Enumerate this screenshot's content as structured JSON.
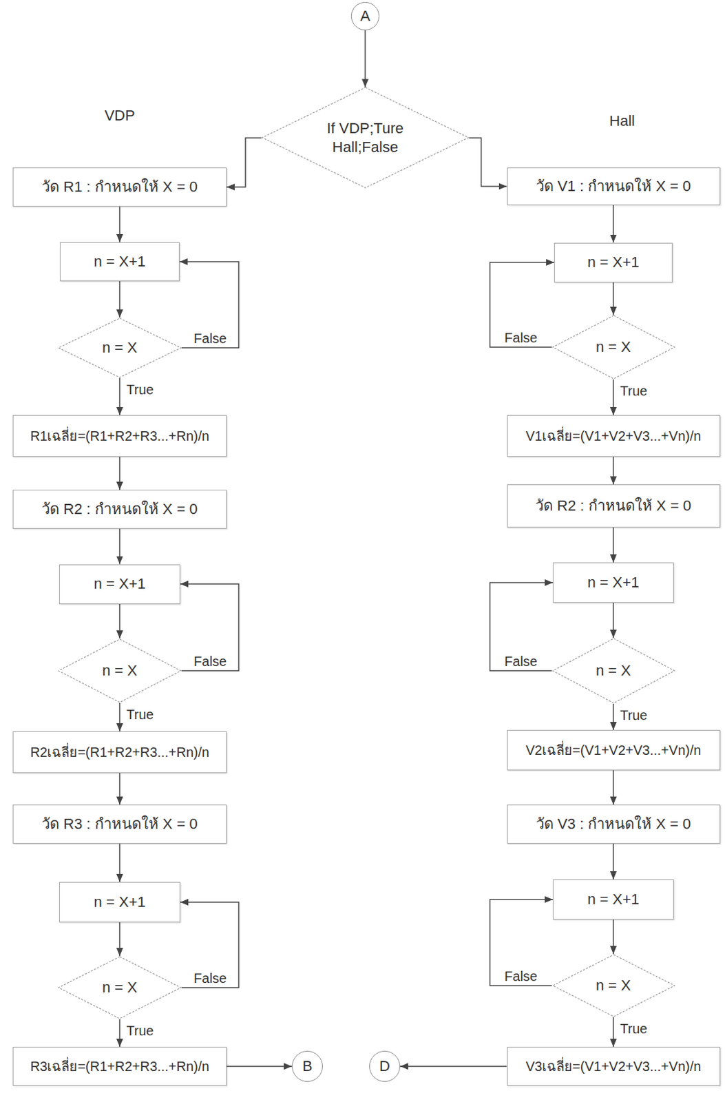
{
  "diagram": {
    "nodes": [
      {
        "text": [
          "A"
        ]
      },
      {
        "text": [
          "If VDP;Ture Hall;False"
        ]
      },
      {
        "text": [
          "วัด R1 : กำหนดให้ X = 0"
        ]
      },
      {
        "text": [
          "n = X+1"
        ]
      },
      {
        "text": [
          "n = X"
        ]
      },
      {
        "text": [
          "R1เฉลี่ย=(R1+R2+R3...+Rn)/n"
        ]
      },
      {
        "text": [
          "วัด R2 : กำหนดให้ X = 0"
        ]
      },
      {
        "text": [
          "n = X+1"
        ]
      },
      {
        "text": [
          "n = X"
        ]
      },
      {
        "text": [
          "R2เฉลี่ย=(R1+R2+R3...+Rn)/n"
        ]
      },
      {
        "text": [
          "วัด R3 : กำหนดให้ X = 0"
        ]
      },
      {
        "text": [
          "n = X+1"
        ]
      },
      {
        "text": [
          "n = X"
        ]
      },
      {
        "text": [
          "R3เฉลี่ย=(R1+R2+R3...+Rn)/n"
        ]
      },
      {
        "text": [
          "B"
        ]
      },
      {
        "text": [
          "วัด V1 : กำหนดให้ X = 0"
        ]
      },
      {
        "text": [
          "n = X+1"
        ]
      },
      {
        "text": [
          "n = X"
        ]
      },
      {
        "text": [
          "V1เฉลี่ย=(V1+V2+V3...+Vn)/n"
        ]
      },
      {
        "text": [
          "วัด R2 : กำหนดให้ X = 0"
        ]
      },
      {
        "text": [
          "n = X+1"
        ]
      },
      {
        "text": [
          "n = X"
        ]
      },
      {
        "text": [
          "V2เฉลี่ย=(V1+V2+V3...+Vn)/n"
        ]
      },
      {
        "text": [
          "วัด V3 : กำหนดให้ X = 0"
        ]
      },
      {
        "text": [
          "n = X+1"
        ]
      },
      {
        "text": [
          "n = X"
        ]
      },
      {
        "text": [
          "V3เฉลี่ย=(V1+V2+V3...+Vn)/n"
        ]
      },
      {
        "text": [
          "D"
        ]
      }
    ],
    "edges": [
      {
        "from": 0,
        "to": 1,
        "arrow": "to"
      },
      {
        "from": 1,
        "to": 2,
        "arrow": "to"
      },
      {
        "from": 1,
        "to": 15,
        "arrow": "to"
      },
      {
        "from": 2,
        "to": 3,
        "arrow": "to"
      },
      {
        "from": 3,
        "to": 4,
        "arrow": "to"
      },
      {
        "from": 4,
        "to": 3,
        "label": "False",
        "arrow": "to"
      },
      {
        "from": 4,
        "to": 5,
        "label": "True",
        "arrow": "to"
      },
      {
        "from": 5,
        "to": 6,
        "arrow": "to"
      },
      {
        "from": 6,
        "to": 7,
        "arrow": "to"
      },
      {
        "from": 7,
        "to": 8,
        "arrow": "to"
      },
      {
        "from": 8,
        "to": 7,
        "label": "False",
        "arrow": "to"
      },
      {
        "from": 8,
        "to": 9,
        "label": "True",
        "arrow": "to"
      },
      {
        "from": 9,
        "to": 10,
        "arrow": "to"
      },
      {
        "from": 10,
        "to": 11,
        "arrow": "to"
      },
      {
        "from": 11,
        "to": 12,
        "arrow": "to"
      },
      {
        "from": 12,
        "to": 11,
        "label": "False",
        "arrow": "to"
      },
      {
        "from": 12,
        "to": 13,
        "label": "True",
        "arrow": "to"
      },
      {
        "from": 13,
        "to": 14,
        "arrow": "to"
      },
      {
        "from": 15,
        "to": 16,
        "arrow": "to"
      },
      {
        "from": 16,
        "to": 17,
        "arrow": "to"
      },
      {
        "from": 17,
        "to": 16,
        "label": "False",
        "arrow": "to"
      },
      {
        "from": 17,
        "to": 18,
        "label": "True",
        "arrow": "to"
      },
      {
        "from": 18,
        "to": 19,
        "arrow": "to"
      },
      {
        "from": 19,
        "to": 20,
        "arrow": "to"
      },
      {
        "from": 20,
        "to": 21,
        "arrow": "to"
      },
      {
        "from": 21,
        "to": 20,
        "label": "False",
        "arrow": "to"
      },
      {
        "from": 21,
        "to": 22,
        "label": "True",
        "arrow": "to"
      },
      {
        "from": 22,
        "to": 23,
        "arrow": "to"
      },
      {
        "from": 23,
        "to": 24,
        "arrow": "to"
      },
      {
        "from": 24,
        "to": 25,
        "arrow": "to"
      },
      {
        "from": 25,
        "to": 24,
        "label": "False",
        "arrow": "to"
      },
      {
        "from": 25,
        "to": 26,
        "label": "True",
        "arrow": "to"
      },
      {
        "from": 26,
        "to": 27,
        "arrow": "to"
      }
    ],
    "labels": [
      "VDP",
      "Hall"
    ]
  }
}
